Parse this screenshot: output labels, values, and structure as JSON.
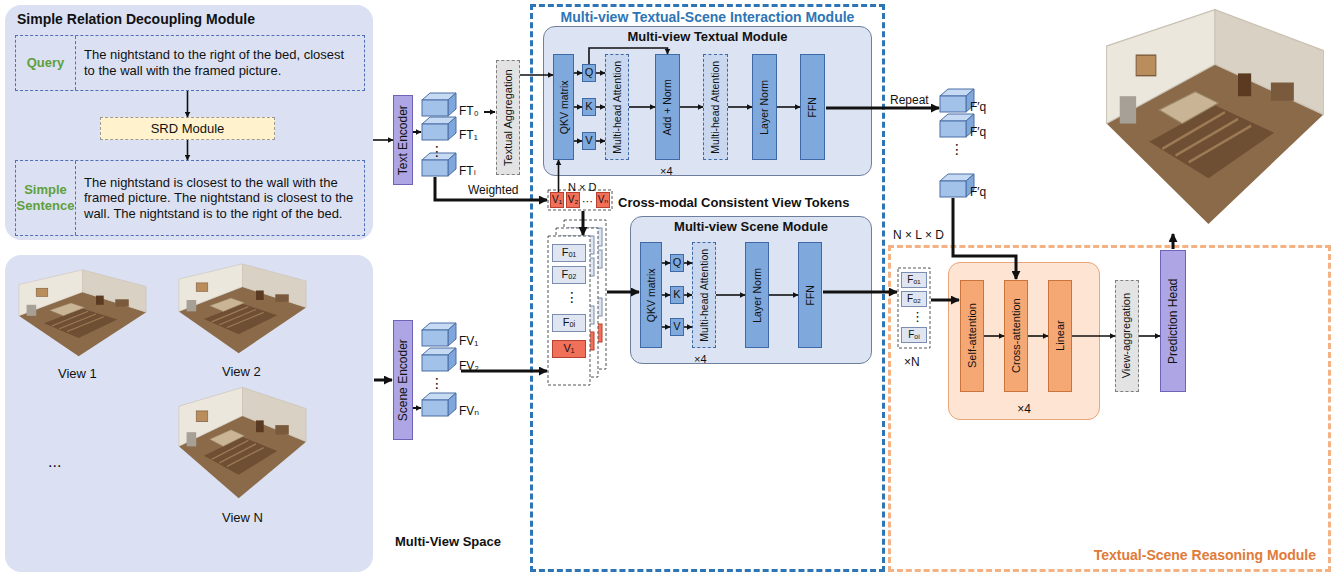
{
  "diagram": {
    "nodes": [
      {
        "text": [
          "Simple Relation Decoupling Module"
        ]
      },
      {
        "text": [
          "Query",
          "The nightstand to the right of the bed, closest to the wall with the framed picture."
        ],
        "in": 0
      },
      {
        "text": [
          "SRD Module"
        ],
        "in": 0
      },
      {
        "text": [
          "Simple Sentence",
          "The nightstand is closest to the wall with the framed picture. The nightstand is closest to the wall. The nightstand is to the right of the bed."
        ],
        "in": 0
      },
      {
        "text": [
          "Text Encoder"
        ]
      },
      {
        "text": [
          "Textual Aggregation"
        ]
      },
      {
        "text": [
          "Multi-view Textual-Scene Interaction Module"
        ]
      },
      {
        "text": [
          "Multi-view Textual Module"
        ],
        "in": 6
      },
      {
        "text": [
          "QKV matrix"
        ],
        "in": 7
      },
      {
        "text": [
          "Q"
        ],
        "in": 7
      },
      {
        "text": [
          "K"
        ],
        "in": 7
      },
      {
        "text": [
          "V"
        ],
        "in": 7
      },
      {
        "text": [
          "Multi-head Attention"
        ],
        "in": 7
      },
      {
        "text": [
          "Add + Norm"
        ],
        "in": 7
      },
      {
        "text": [
          "Multi-head Attention"
        ],
        "in": 7
      },
      {
        "text": [
          "Layer Norm"
        ],
        "in": 7
      },
      {
        "text": [
          "FFN"
        ],
        "in": 7
      },
      {
        "text": [
          "V₁"
        ],
        "in": 6
      },
      {
        "text": [
          "V₂"
        ],
        "in": 6
      },
      {
        "text": [
          "Vₙ"
        ],
        "in": 6
      },
      {
        "text": [
          "Multi-view Scene Module"
        ],
        "in": 6
      },
      {
        "text": [
          "QKV matrix"
        ],
        "in": 20
      },
      {
        "text": [
          "Q"
        ],
        "in": 20
      },
      {
        "text": [
          "K"
        ],
        "in": 20
      },
      {
        "text": [
          "V"
        ],
        "in": 20
      },
      {
        "text": [
          "Multi-head Attention"
        ],
        "in": 20
      },
      {
        "text": [
          "Layer Norm"
        ],
        "in": 20
      },
      {
        "text": [
          "FFN"
        ],
        "in": 20
      },
      {
        "text": [
          "Fₒ₁"
        ],
        "in": 6
      },
      {
        "text": [
          "Fₒ₂"
        ],
        "in": 6
      },
      {
        "text": [
          "Fₒᵢ"
        ],
        "in": 6
      },
      {
        "text": [
          "V₁"
        ],
        "in": 6
      },
      {
        "text": [
          "Scene Encoder"
        ]
      },
      {
        "text": [
          "Textual-Scene Reasoning Module"
        ]
      },
      {
        "text": [
          "×4"
        ],
        "in": 33
      },
      {
        "text": [
          "Self-attention"
        ],
        "in": 34
      },
      {
        "text": [
          "Cross-attention"
        ],
        "in": 34
      },
      {
        "text": [
          "Linear"
        ],
        "in": 34
      },
      {
        "text": [
          "View-aggregation"
        ],
        "in": 33
      },
      {
        "text": [
          "Prediction Head"
        ],
        "in": 33
      },
      {
        "text": [
          "Fₒ₁"
        ],
        "in": 33
      },
      {
        "text": [
          "Fₒ₂"
        ],
        "in": 33
      },
      {
        "text": [
          "Fₒᵢ"
        ],
        "in": 33
      }
    ],
    "edges": [
      {
        "from": 1,
        "to": 2,
        "arrow": "to"
      },
      {
        "from": 2,
        "to": 3,
        "arrow": "to"
      },
      {
        "from": 0,
        "to": 4,
        "arrow": "to"
      },
      {
        "from": 5,
        "to": 8,
        "arrow": "to"
      },
      {
        "from": 17,
        "to": 8,
        "arrow": "to"
      },
      {
        "from": 8,
        "to": 9,
        "arrow": "to"
      },
      {
        "from": 8,
        "to": 10,
        "arrow": "to"
      },
      {
        "from": 8,
        "to": 11,
        "arrow": "to"
      },
      {
        "from": 9,
        "to": 12,
        "arrow": "to"
      },
      {
        "from": 10,
        "to": 12,
        "arrow": "to"
      },
      {
        "from": 11,
        "to": 12,
        "arrow": "to"
      },
      {
        "from": 9,
        "to": 13,
        "arrow": "to"
      },
      {
        "from": 12,
        "to": 13,
        "arrow": "to"
      },
      {
        "from": 13,
        "to": 14,
        "arrow": "to"
      },
      {
        "from": 14,
        "to": 15,
        "arrow": "to"
      },
      {
        "from": 15,
        "to": 16,
        "arrow": "to"
      },
      {
        "from": 21,
        "to": 22,
        "arrow": "to"
      },
      {
        "from": 21,
        "to": 23,
        "arrow": "to"
      },
      {
        "from": 21,
        "to": 24,
        "arrow": "to"
      },
      {
        "from": 22,
        "to": 25,
        "arrow": "to"
      },
      {
        "from": 23,
        "to": 25,
        "arrow": "to"
      },
      {
        "from": 24,
        "to": 25,
        "arrow": "to"
      },
      {
        "from": 25,
        "to": 26,
        "arrow": "to"
      },
      {
        "from": 26,
        "to": 27,
        "arrow": "to"
      },
      {
        "from": 35,
        "to": 36,
        "arrow": "to"
      },
      {
        "from": 36,
        "to": 37,
        "arrow": "to"
      },
      {
        "from": 37,
        "to": 38,
        "arrow": "to"
      },
      {
        "from": 38,
        "to": 39,
        "arrow": "to"
      }
    ],
    "labels": [
      "FT₀",
      "FT₁",
      "⋮",
      "FTₗ",
      "Weighted",
      "N × D",
      "Cross-modal Consistent View Tokens",
      "⋯",
      "×4",
      "Repeat",
      "F′q",
      "F′q",
      "⋮",
      "F′q",
      "N × L × D",
      "FV₁",
      "FV₂",
      "⋮",
      "FVₙ",
      "Multi-View Space",
      "×4",
      "⋮",
      "×N",
      "⋮",
      "View 1",
      "View 2",
      "...",
      "View N"
    ]
  }
}
